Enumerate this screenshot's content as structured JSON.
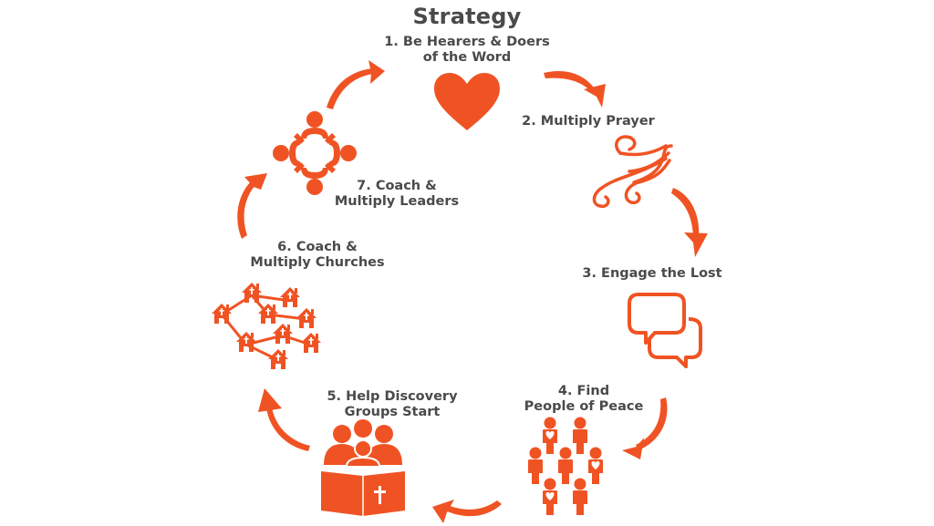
{
  "title": "Strategy",
  "accent_color": "#f05323",
  "text_color": "#4a4a4a",
  "steps": [
    {
      "number": 1,
      "lines": [
        "1. Be Hearers & Doers",
        "of the Word"
      ],
      "icon": "heart-icon"
    },
    {
      "number": 2,
      "lines": [
        "2. Multiply Prayer"
      ],
      "icon": "wind-icon"
    },
    {
      "number": 3,
      "lines": [
        "3. Engage the Lost"
      ],
      "icon": "speech-bubbles-icon"
    },
    {
      "number": 4,
      "lines": [
        "4. Find",
        "People of Peace"
      ],
      "icon": "people-crowd-icon"
    },
    {
      "number": 5,
      "lines": [
        "5. Help Discovery",
        "Groups Start"
      ],
      "icon": "group-reading-bible-icon"
    },
    {
      "number": 6,
      "lines": [
        "6. Coach &",
        "Multiply Churches"
      ],
      "icon": "church-network-icon"
    },
    {
      "number": 7,
      "lines": [
        "7. Coach &",
        "Multiply Leaders"
      ],
      "icon": "leaders-circle-icon"
    }
  ],
  "cycle_arrows": [
    "arrow-1-to-2",
    "arrow-2-to-3",
    "arrow-3-to-4",
    "arrow-4-to-5",
    "arrow-5-to-6",
    "arrow-6-to-7",
    "arrow-7-to-1"
  ]
}
